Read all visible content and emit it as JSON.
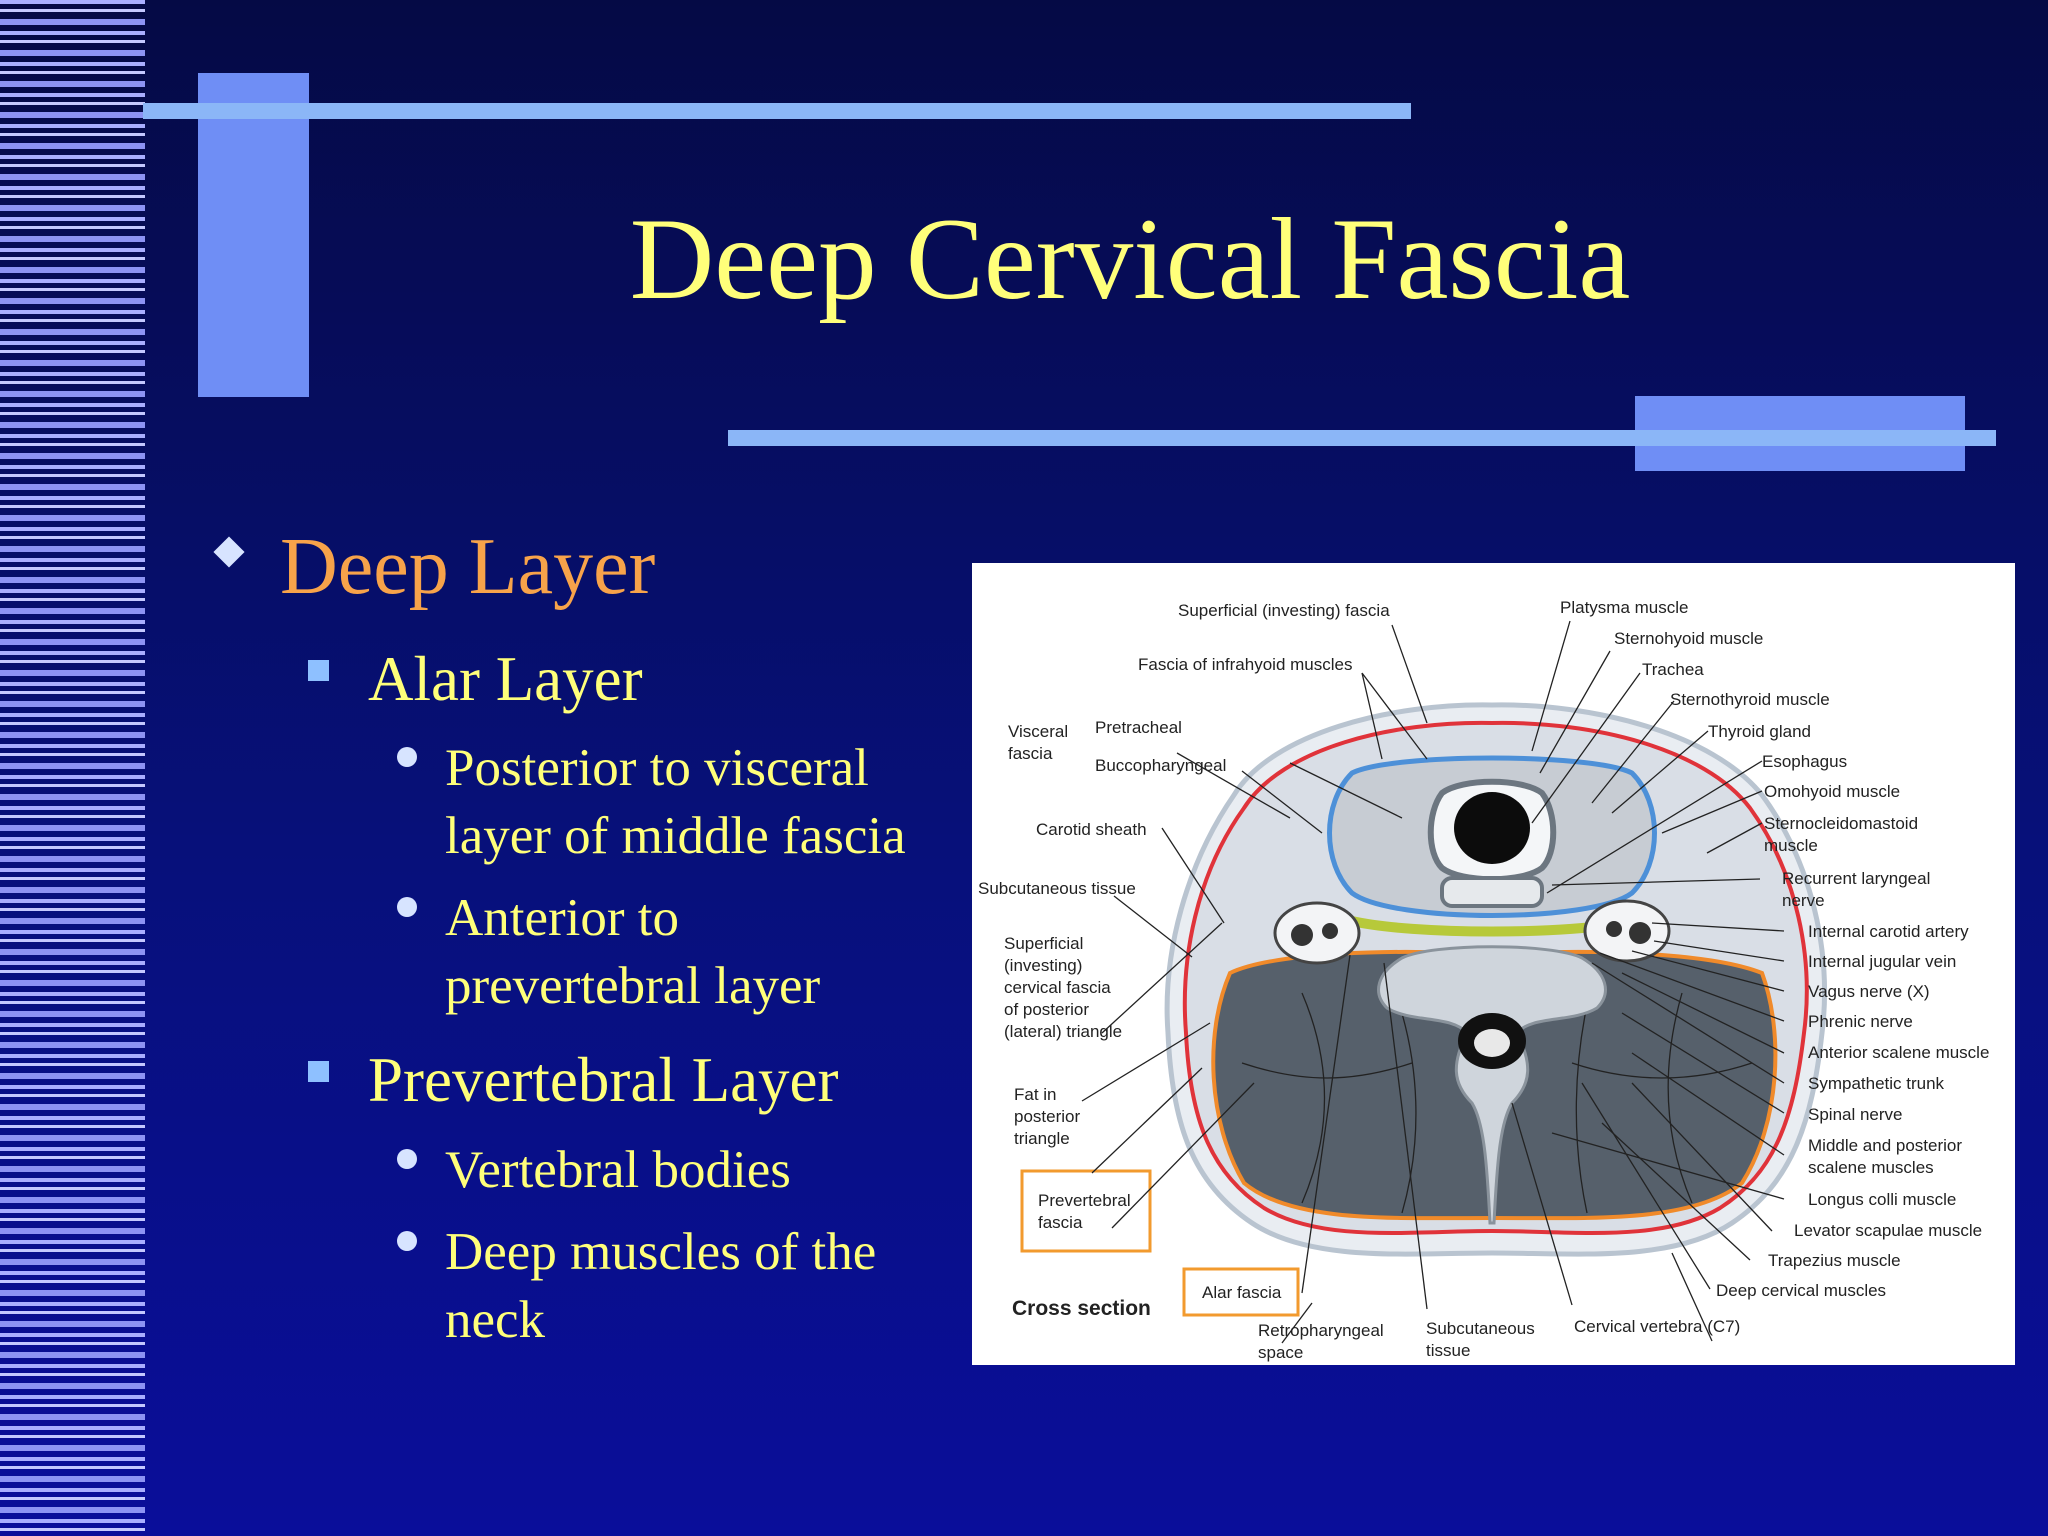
{
  "slide": {
    "title": "Deep Cervical Fascia",
    "heading": "Deep Layer",
    "sections": [
      {
        "label": "Alar Layer",
        "points": [
          [
            "Posterior to visceral",
            "layer of middle fascia"
          ],
          [
            "Anterior to",
            "prevertebral layer"
          ]
        ]
      },
      {
        "label": "Prevertebral Layer",
        "points": [
          [
            "Vertebral bodies"
          ],
          [
            "Deep muscles of the",
            "neck"
          ]
        ]
      }
    ]
  },
  "figure": {
    "caption": "Cross section",
    "labels": {
      "superficial_investing_fascia": "Superficial (investing) fascia",
      "fascia_infrahyoid": "Fascia of infrahyoid muscles",
      "visceral_fascia": [
        "Visceral",
        "fascia"
      ],
      "pretracheal": "Pretracheal",
      "buccopharyngeal": "Buccopharyngeal",
      "carotid_sheath": "Carotid sheath",
      "subcutaneous_tissue_left": "Subcutaneous tissue",
      "superficial_cervical_fascia": [
        "Superficial",
        "(investing)",
        "cervical fascia",
        "of posterior",
        "(lateral) triangle"
      ],
      "fat_posterior_triangle": [
        "Fat in",
        "posterior",
        "triangle"
      ],
      "prevertebral_fascia": [
        "Prevertebral",
        "fascia"
      ],
      "alar_fascia": "Alar fascia",
      "retropharyngeal_space": [
        "Retropharyngeal",
        "space"
      ],
      "subcutaneous_tissue_bottom": [
        "Subcutaneous",
        "tissue"
      ],
      "cervical_vertebra": "Cervical vertebra (C7)",
      "platysma": "Platysma muscle",
      "sternohyoid": "Sternohyoid muscle",
      "trachea": "Trachea",
      "sternothyroid": "Sternothyroid muscle",
      "thyroid_gland": "Thyroid gland",
      "esophagus": "Esophagus",
      "omohyoid": "Omohyoid muscle",
      "sternocleidomastoid": [
        "Sternocleidomastoid",
        "muscle"
      ],
      "recurrent_laryngeal": [
        "Recurrent laryngeal",
        "nerve"
      ],
      "internal_carotid": "Internal carotid artery",
      "internal_jugular": "Internal jugular vein",
      "vagus": "Vagus nerve (X)",
      "phrenic": "Phrenic nerve",
      "anterior_scalene": "Anterior scalene muscle",
      "sympathetic_trunk": "Sympathetic trunk",
      "spinal_nerve": "Spinal nerve",
      "middle_posterior_scalene": [
        "Middle and posterior",
        "scalene muscles"
      ],
      "longus_colli": "Longus colli muscle",
      "levator_scapulae": "Levator scapulae muscle",
      "trapezius": "Trapezius muscle",
      "deep_cervical_muscles": "Deep cervical muscles"
    }
  },
  "colors": {
    "background": "#07107a",
    "title_text": "#ffff7a",
    "heading_text": "#f7a34a",
    "accent_bar": "#6f8ef5",
    "accent_line": "#8bb6f7",
    "highlight_box": "#f29a2e"
  }
}
